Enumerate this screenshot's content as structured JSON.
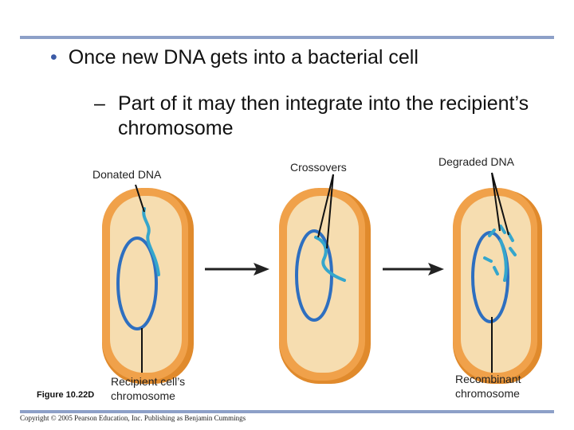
{
  "slide": {
    "bullet_glyph": "•",
    "bullet": "Once new DNA gets into a bacterial cell",
    "sub_glyph": "–",
    "sub_bullet": "Part of it may then integrate into the recipient’s chromosome"
  },
  "figure": {
    "label_donated": "Donated DNA",
    "label_crossovers": "Crossovers",
    "label_degraded": "Degraded DNA",
    "label_recipient_1": "Recipient cell’s",
    "label_recipient_2": "chromosome",
    "label_recombinant_1": "Recombinant",
    "label_recombinant_2": "chromosome",
    "figure_number": "Figure 10.22D",
    "copyright": "Copyright © 2005 Pearson Education, Inc. Publishing as Benjamin Cummings"
  },
  "colors": {
    "cell_wall": "#f0a14a",
    "cell_wall_dark": "#e08a2c",
    "cytoplasm": "#f6ddb0",
    "chromosome": "#2e6fc0",
    "donor_dna": "#35a6cc",
    "rule": "#8da0c8",
    "bullet": "#3b5aa6"
  }
}
